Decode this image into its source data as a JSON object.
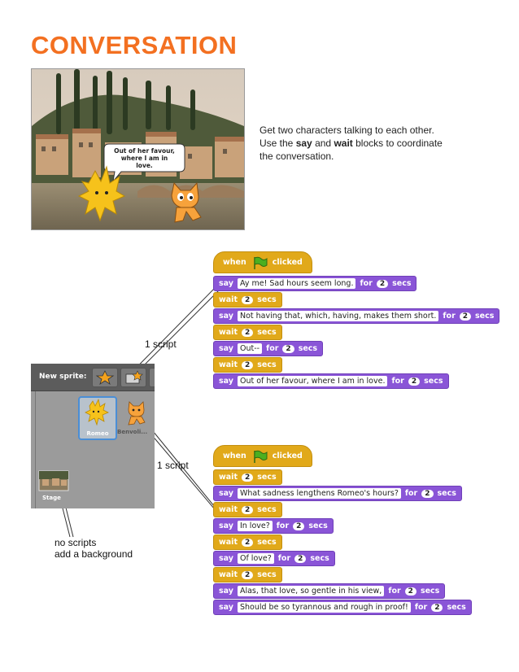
{
  "title": "CONVERSATION",
  "intro": {
    "line1": "Get two characters talking to each other.",
    "line2_pre": "Use the ",
    "say": "say",
    "line2_mid": " and ",
    "wait": "wait",
    "line2_post": " blocks to coordinate",
    "line3": "the conversation."
  },
  "photo": {
    "speech_bubble": [
      "Out of her favour,",
      "where I am in",
      "love."
    ]
  },
  "annotations": {
    "script1": "1 script",
    "script2": "1 script",
    "no_scripts": "no scripts",
    "add_background": "add a background"
  },
  "sprite_panel": {
    "new_sprite_label": "New sprite:",
    "sprite1": "Romeo",
    "sprite2": "Benvoli...",
    "stage": "Stage"
  },
  "script1": {
    "hat": {
      "when": "when",
      "clicked": "clicked"
    },
    "blocks": [
      {
        "kind": "say",
        "text": "Ay me! Sad hours seem long.",
        "secs": "2"
      },
      {
        "kind": "wait",
        "secs": "2"
      },
      {
        "kind": "say",
        "text": "Not having that, which, having, makes them short.",
        "secs": "2"
      },
      {
        "kind": "wait",
        "secs": "2"
      },
      {
        "kind": "say",
        "text": "Out--",
        "secs": "2"
      },
      {
        "kind": "wait",
        "secs": "2"
      },
      {
        "kind": "say",
        "text": "Out of her favour, where I am in love.",
        "secs": "2"
      }
    ]
  },
  "script2": {
    "hat": {
      "when": "when",
      "clicked": "clicked"
    },
    "blocks": [
      {
        "kind": "wait",
        "secs": "2"
      },
      {
        "kind": "say",
        "text": "What sadness lengthens Romeo's hours?",
        "secs": "2"
      },
      {
        "kind": "wait",
        "secs": "2"
      },
      {
        "kind": "say",
        "text": "In love?",
        "secs": "2"
      },
      {
        "kind": "wait",
        "secs": "2"
      },
      {
        "kind": "say",
        "text": "Of love?",
        "secs": "2"
      },
      {
        "kind": "wait",
        "secs": "2"
      },
      {
        "kind": "say",
        "text": "Alas, that love, so gentle in his view,",
        "secs": "2"
      },
      {
        "kind": "say",
        "text": "Should be so tyrannous and rough in proof!",
        "secs": "2"
      }
    ]
  },
  "block_words": {
    "say": "say",
    "for": "for",
    "secs": "secs",
    "wait": "wait"
  },
  "colors": {
    "title": "#f37021",
    "looks": "#8a55d7",
    "control": "#e1a91a",
    "flag": "#4caf20"
  }
}
